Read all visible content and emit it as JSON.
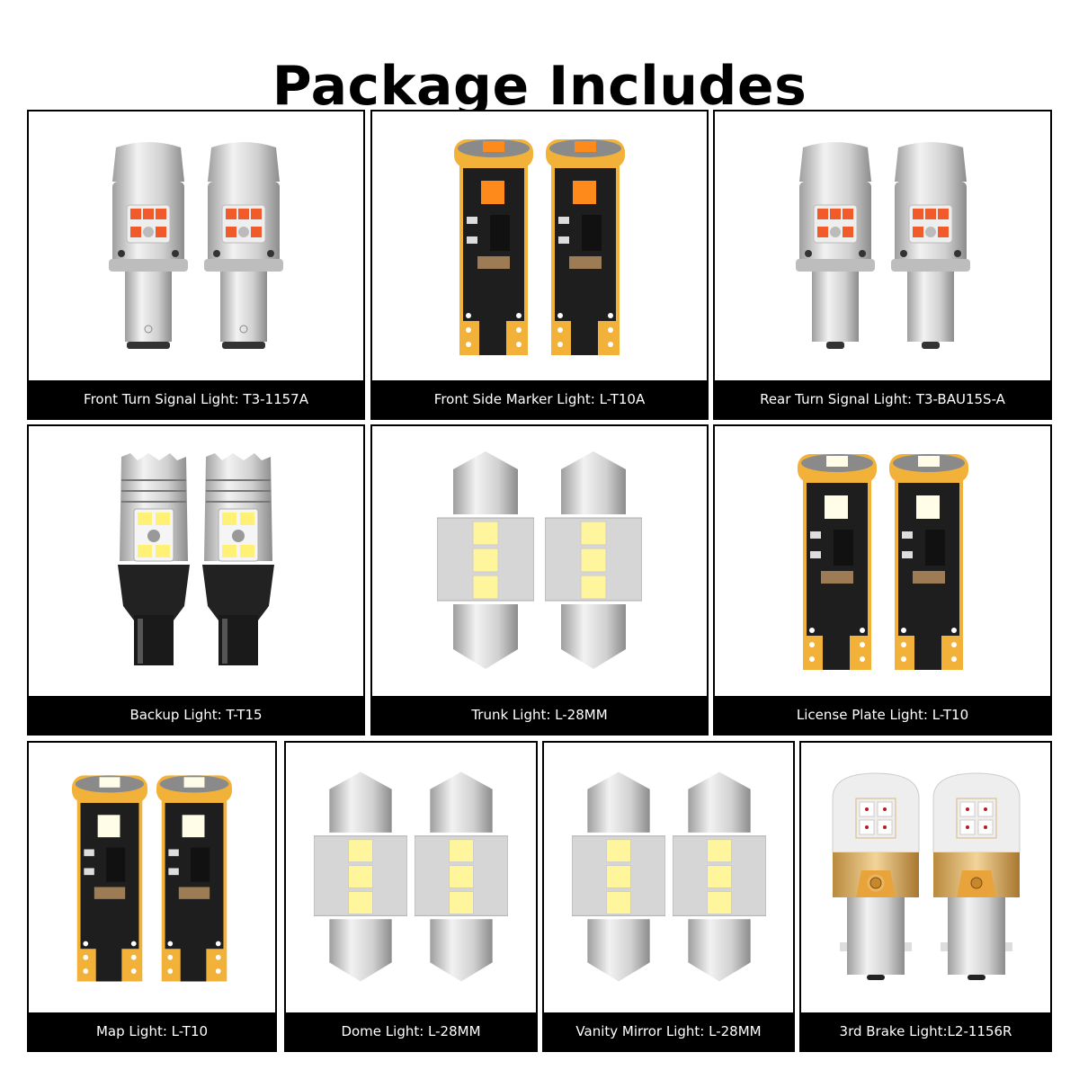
{
  "title": "Package Includes",
  "items": [
    {
      "label": "Front Turn Signal Light: T3-1157A",
      "type": "twist-1157",
      "led_color": "#f15a2b",
      "quantity": 2
    },
    {
      "label": "Front Side Marker Light: L-T10A",
      "type": "t10-pcb",
      "led_color": "#ff8a1c",
      "quantity": 2
    },
    {
      "label": "Rear Turn Signal Light: T3-BAU15S-A",
      "type": "twist-1157",
      "led_color": "#f15a2b",
      "quantity": 2
    },
    {
      "label": "Backup Light: T-T15",
      "type": "t15",
      "led_color": "#fff176",
      "quantity": 2
    },
    {
      "label": "Trunk Light: L-28MM",
      "type": "festoon",
      "led_color": "#fff59d",
      "quantity": 2
    },
    {
      "label": "License Plate Light: L-T10",
      "type": "t10-pcb",
      "led_color": "#fffde7",
      "quantity": 2
    },
    {
      "label": "Map Light: L-T10",
      "type": "t10-pcb",
      "led_color": "#fffde7",
      "quantity": 2
    },
    {
      "label": "Dome Light: L-28MM",
      "type": "festoon",
      "led_color": "#fff59d",
      "quantity": 2
    },
    {
      "label": "Vanity Mirror Light: L-28MM",
      "type": "festoon",
      "led_color": "#fff59d",
      "quantity": 2
    },
    {
      "label": "3rd Brake Light:L2-1156R",
      "type": "clear-1156",
      "led_color": "#b71c1c",
      "quantity": 2
    }
  ],
  "colors": {
    "label_bg": "#000000",
    "label_text": "#ffffff",
    "pcb_gold": "#f2b23a",
    "pcb_black": "#1e1e1e",
    "silver": "#c8c8c8"
  }
}
